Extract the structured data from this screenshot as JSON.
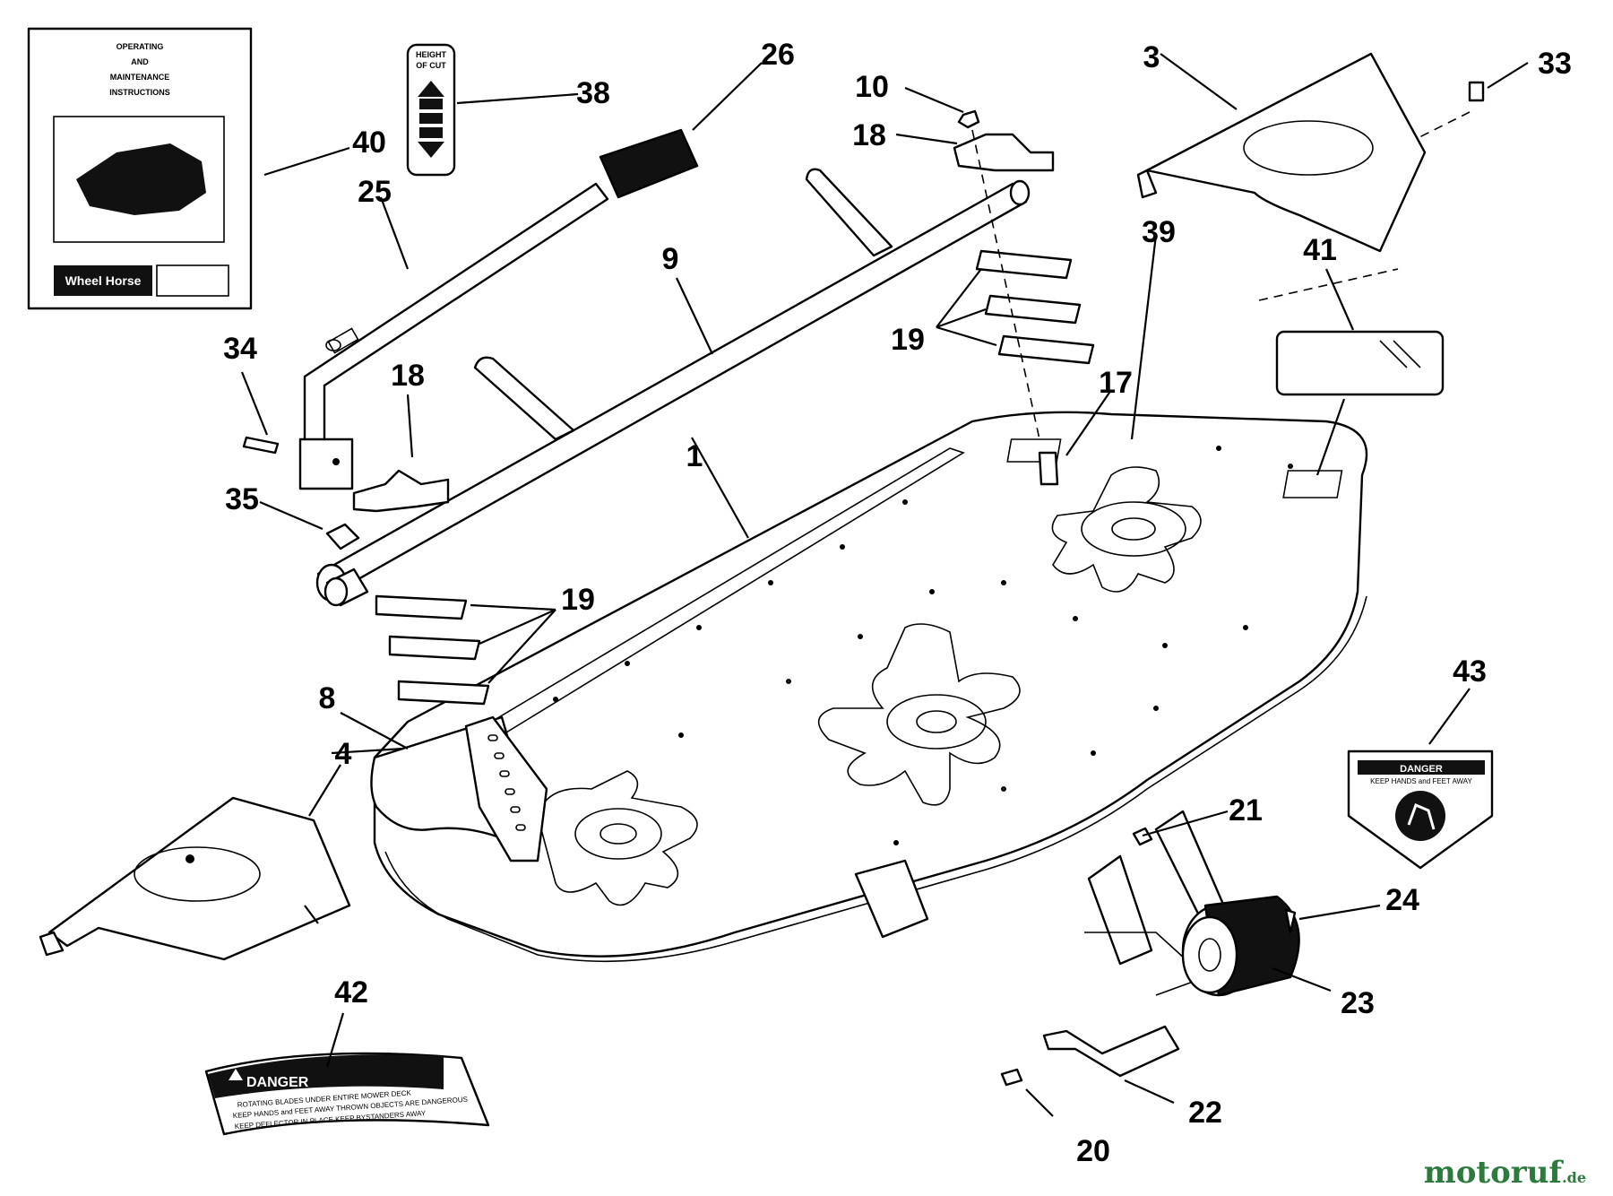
{
  "diagram": {
    "callouts": [
      {
        "id": "1",
        "text": "1"
      },
      {
        "id": "3",
        "text": "3"
      },
      {
        "id": "4",
        "text": "4"
      },
      {
        "id": "8",
        "text": "8"
      },
      {
        "id": "9",
        "text": "9"
      },
      {
        "id": "10",
        "text": "10"
      },
      {
        "id": "17",
        "text": "17"
      },
      {
        "id": "18a",
        "text": "18"
      },
      {
        "id": "18b",
        "text": "18"
      },
      {
        "id": "19a",
        "text": "19"
      },
      {
        "id": "19b",
        "text": "19"
      },
      {
        "id": "20",
        "text": "20"
      },
      {
        "id": "21",
        "text": "21"
      },
      {
        "id": "22",
        "text": "22"
      },
      {
        "id": "23",
        "text": "23"
      },
      {
        "id": "24",
        "text": "24"
      },
      {
        "id": "25",
        "text": "25"
      },
      {
        "id": "26",
        "text": "26"
      },
      {
        "id": "33",
        "text": "33"
      },
      {
        "id": "34",
        "text": "34"
      },
      {
        "id": "35",
        "text": "35"
      },
      {
        "id": "38",
        "text": "38"
      },
      {
        "id": "39",
        "text": "39"
      },
      {
        "id": "40",
        "text": "40"
      },
      {
        "id": "41",
        "text": "41"
      },
      {
        "id": "42",
        "text": "42"
      },
      {
        "id": "43",
        "text": "43"
      }
    ],
    "manual": {
      "line1": "OPERATING",
      "line2": "AND",
      "line3": "MAINTENANCE",
      "line4": "INSTRUCTIONS",
      "brand": "Wheel Horse"
    },
    "height_decal": {
      "line1": "HEIGHT",
      "line2": "OF CUT"
    },
    "danger_decal": {
      "title": "DANGER",
      "line1": "ROTATING BLADES UNDER ENTIRE MOWER DECK",
      "line2": "KEEP HANDS and FEET AWAY  THROWN OBJECTS ARE DANGEROUS",
      "line3": "KEEP DEFLECTOR IN PLACE  KEEP BYSTANDERS AWAY"
    },
    "shield_decal": {
      "title": "DANGER",
      "line1": "KEEP HANDS and FEET AWAY"
    }
  },
  "watermark": {
    "name": "motoruf",
    "tld": ".de"
  }
}
